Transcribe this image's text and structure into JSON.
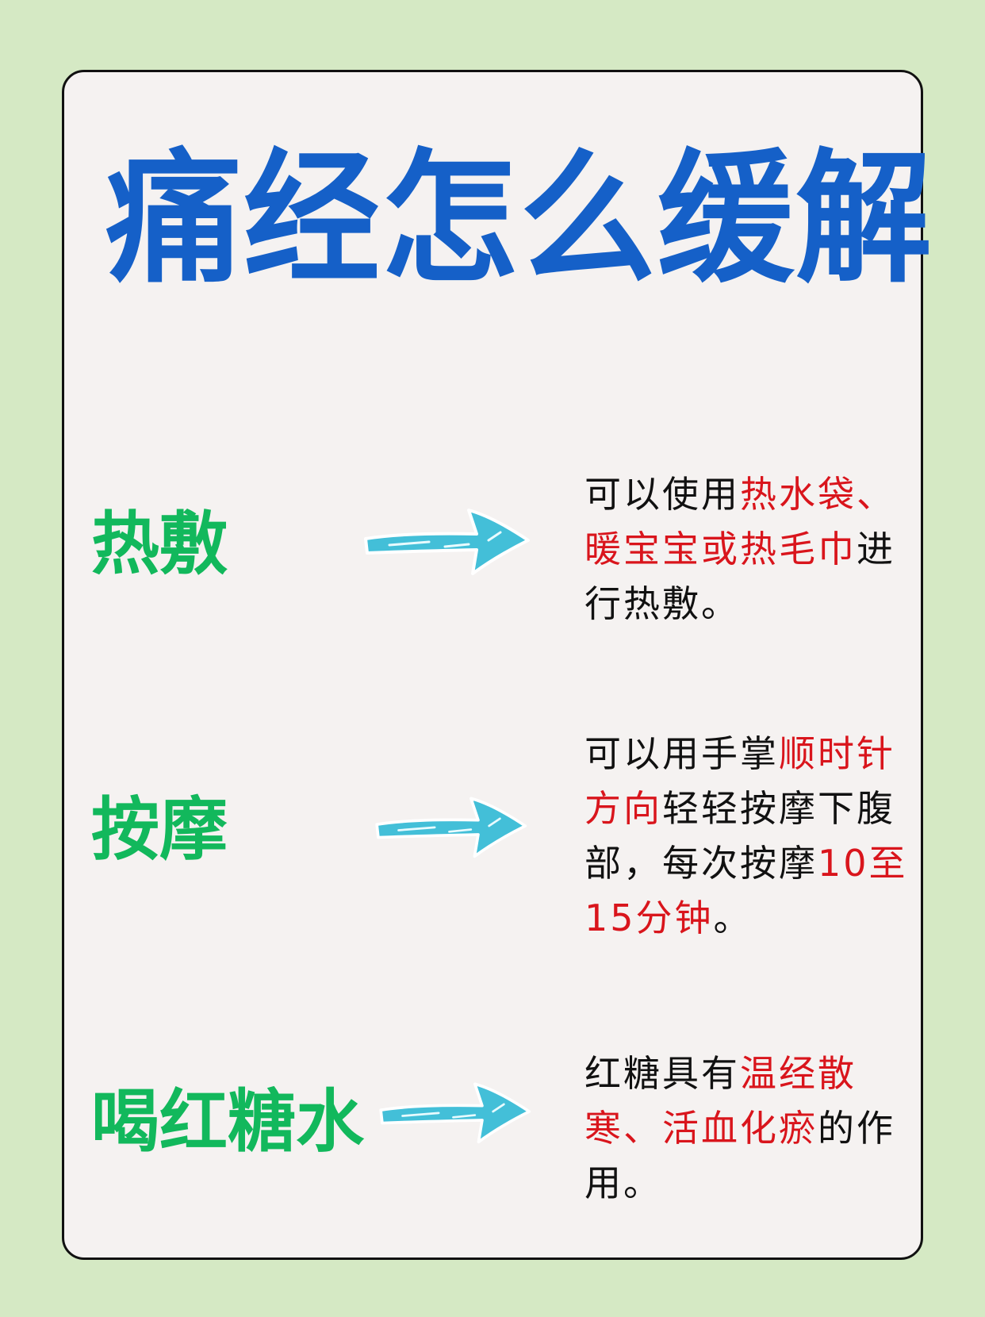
{
  "title": "痛经怎么缓解",
  "colors": {
    "background": "#d5e9c4",
    "card": "#f5f2f1",
    "title": "#1560c8",
    "label": "#12b85c",
    "arrow": "#43bfd8",
    "highlight": "#d9151c",
    "text": "#111111"
  },
  "items": [
    {
      "label": "热敷",
      "arrow_icon": "right-arrow-icon",
      "desc": [
        {
          "text": "可以使用",
          "hl": false
        },
        {
          "text": "热水袋、暖宝宝或热毛巾",
          "hl": true
        },
        {
          "text": "进行热敷。",
          "hl": false
        }
      ]
    },
    {
      "label": "按摩",
      "arrow_icon": "right-arrow-icon",
      "desc": [
        {
          "text": "可以用手掌",
          "hl": false
        },
        {
          "text": "顺时针方向",
          "hl": true
        },
        {
          "text": "轻轻按摩下腹部，每次按摩",
          "hl": false
        },
        {
          "text": "10至15分钟",
          "hl": true
        },
        {
          "text": "。",
          "hl": false
        }
      ]
    },
    {
      "label": "喝红糖水",
      "arrow_icon": "right-arrow-icon",
      "desc": [
        {
          "text": "红糖具有",
          "hl": false
        },
        {
          "text": "温经散寒、活血化瘀",
          "hl": true
        },
        {
          "text": "的作用。",
          "hl": false
        }
      ]
    }
  ]
}
